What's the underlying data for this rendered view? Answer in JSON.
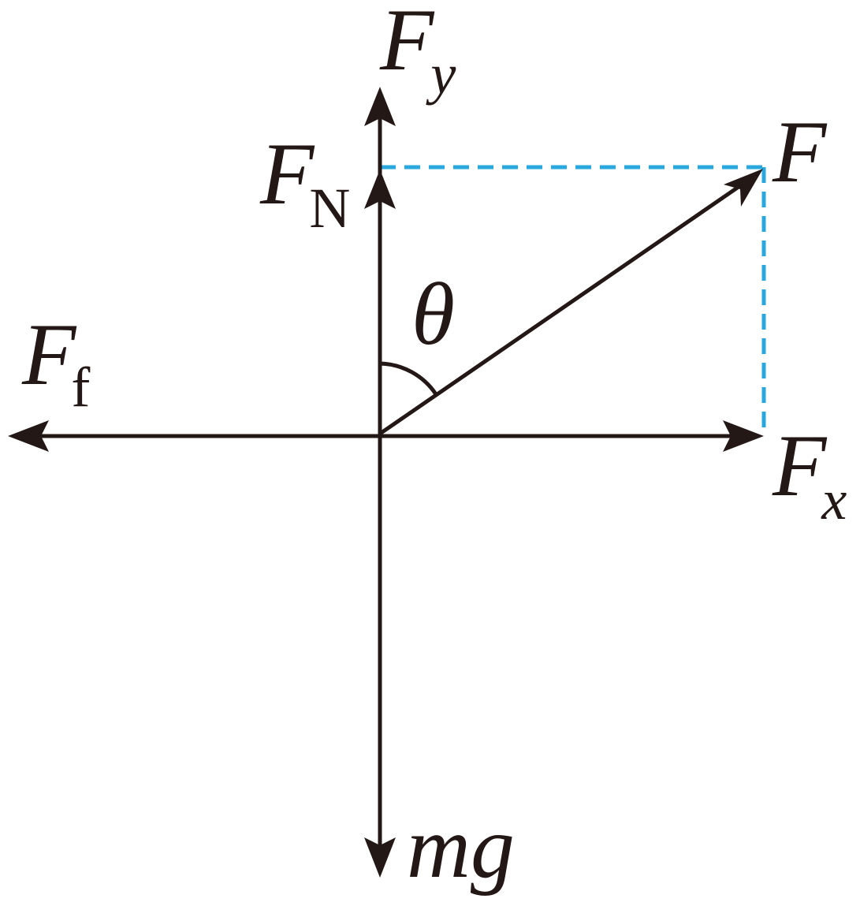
{
  "colors": {
    "force": "#231815",
    "component": "#29a8e0",
    "background": "#ffffff"
  },
  "labels": {
    "fy": {
      "main": "F",
      "sub": "y"
    },
    "fn": {
      "main": "F",
      "sub": "N"
    },
    "f": {
      "main": "F"
    },
    "theta": "θ",
    "ff": {
      "main": "F",
      "sub": "f"
    },
    "fx": {
      "main": "F",
      "sub": "x"
    },
    "mg": "mg"
  }
}
